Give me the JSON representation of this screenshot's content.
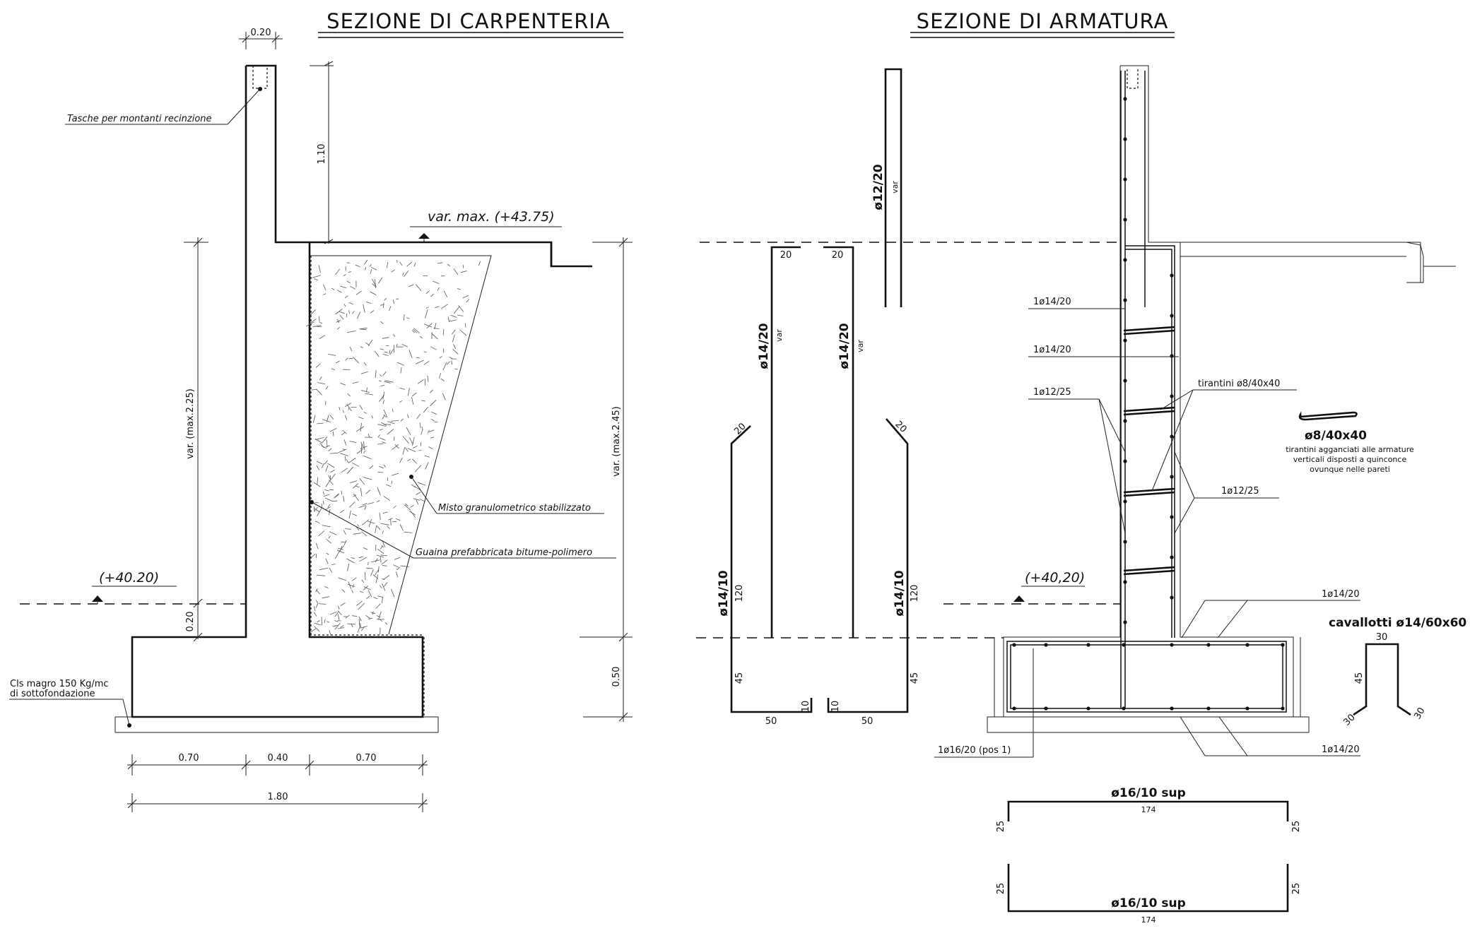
{
  "titles": {
    "left": "SEZIONE DI CARPENTERIA",
    "right": "SEZIONE DI ARMATURA"
  },
  "carpenteria": {
    "top_width": "0.20",
    "fence_pockets": "Tasche per montanti recinzione",
    "height_top": "1.10",
    "level_top": "var. max. (+43.75)",
    "height_left": "var. (max.2.25)",
    "height_right": "var. (max.2.45)",
    "gravel_note": "Misto granulometrico stabilizzato",
    "membrane_note": "Guaina prefabbricata bitume-polimero",
    "level_bottom": "(+40.20)",
    "step_height": "0.20",
    "footing_height": "0.50",
    "lean_concrete_line1": "Cls magro 150 Kg/mc",
    "lean_concrete_line2": "di sottofondazione",
    "dims_bottom": [
      "0.70",
      "0.40",
      "0.70"
    ],
    "dim_total": "1.80"
  },
  "armatura": {
    "bar_top": "ø12/20",
    "bar_top_var": "var",
    "bar_mid_left": "ø14/20",
    "bar_mid_right": "ø14/20",
    "bar_mid_var": "var",
    "bar_mid_20a": "20",
    "bar_mid_20b": "20",
    "bar_low_left": "ø14/10",
    "bar_low_right": "ø14/10",
    "bar_low_120": "120",
    "bar_low_45": "45",
    "bar_low_20": "20",
    "bar_low_50": "50",
    "bar_low_10": "10",
    "label_1": "1ø14/20",
    "label_2": "1ø14/20",
    "label_3": "1ø12/25",
    "label_tie": "tirantini ø8/40x40",
    "label_4": "1ø12/25",
    "level": "(+40,20)",
    "tie_title": "ø8/40x40",
    "tie_note_1": "tirantini agganciati alle armature",
    "tie_note_2": "verticali disposti a quinconce",
    "tie_note_3": "ovunque nelle pareti",
    "label_cav_top": "1ø14/20",
    "cavallotti": "cavallotti ø14/60x60",
    "cav_30_top": "30",
    "cav_45": "45",
    "cav_30_l": "30",
    "cav_30_r": "30",
    "label_bot_left": "1ø16/20 (pos 1)",
    "label_bot_right": "1ø14/20",
    "footing_bar_top": "ø16/10 sup",
    "footing_bar_bot": "ø16/10 sup",
    "footing_len": "174",
    "footing_leg": "25"
  }
}
